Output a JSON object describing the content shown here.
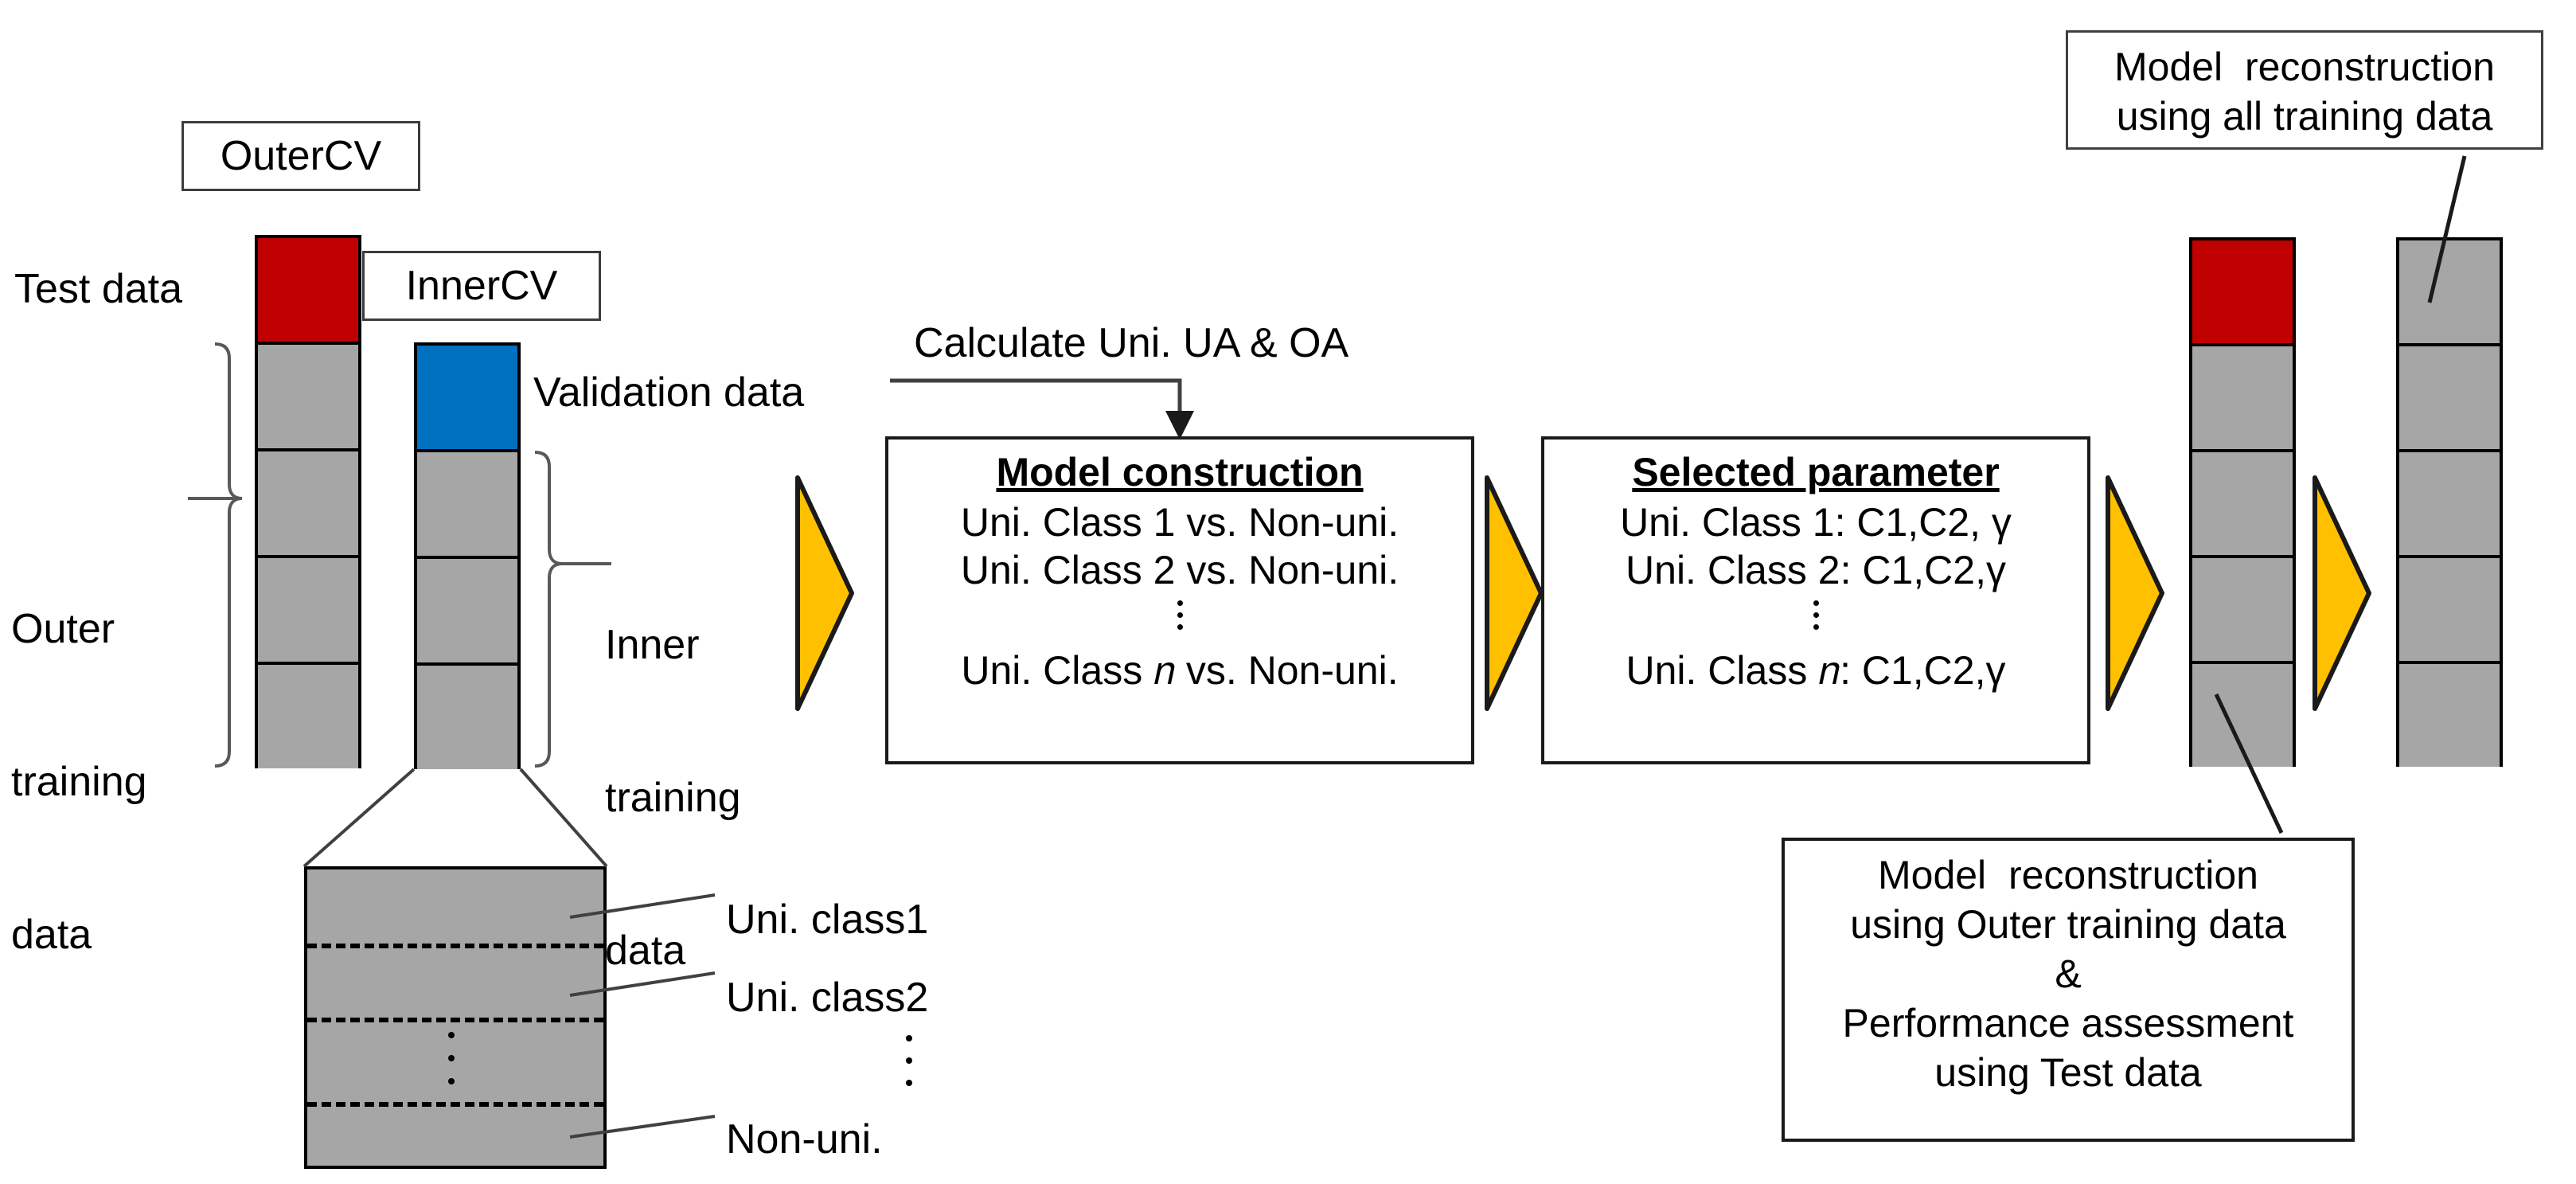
{
  "diagram": {
    "title_labels": {
      "outer_cv": "OuterCV",
      "inner_cv": "InnerCV"
    },
    "left_labels": {
      "test_data": "Test data",
      "outer_training_data_line1": "Outer",
      "outer_training_data_line2": "training",
      "outer_training_data_line3": "data",
      "validation_data": "Validation data",
      "inner_training_data_line1": "Inner",
      "inner_training_data_line2": "training",
      "inner_training_data_line3": "data"
    },
    "calculate_label": "Calculate Uni. UA & OA",
    "model_construction": {
      "heading": "Model construction",
      "rows": [
        "Uni. Class 1 vs. Non-uni.",
        "Uni. Class 2 vs. Non-uni."
      ],
      "last_row": "Uni. Class 𝑛 vs. Non-uni."
    },
    "selected_parameter": {
      "heading": "Selected parameter",
      "rows": [
        "Uni. Class 1: C1,C2, γ",
        "Uni. Class 2: C1,C2,γ"
      ],
      "last_row": "Uni. Class 𝑛: C1,C2,γ"
    },
    "exploded_block_labels": {
      "class1": "Uni. class1",
      "class2": "Uni. class2",
      "non_uni": "Non-uni."
    },
    "right_notes": {
      "all_training": {
        "line1": "Model  reconstruction",
        "line2": "using all training data"
      },
      "outer_training": {
        "line1": "Model  reconstruction",
        "line2": "using Outer training data",
        "line3": "&",
        "line4": "Performance assessment",
        "line5": "using Test data"
      }
    },
    "colors": {
      "test_data": "#c00000",
      "validation_data": "#0070c0",
      "fold_grey": "#a6a6a6",
      "arrow_yellow": "#ffc000",
      "outline": "#000000",
      "background": "#ffffff"
    },
    "icons": {
      "chevron_arrow": "yellow-chevron-arrow-icon",
      "down_arrow": "down-arrow-icon",
      "brace": "curly-brace-icon",
      "vertical_dots": "vertical-ellipsis-icon"
    }
  }
}
